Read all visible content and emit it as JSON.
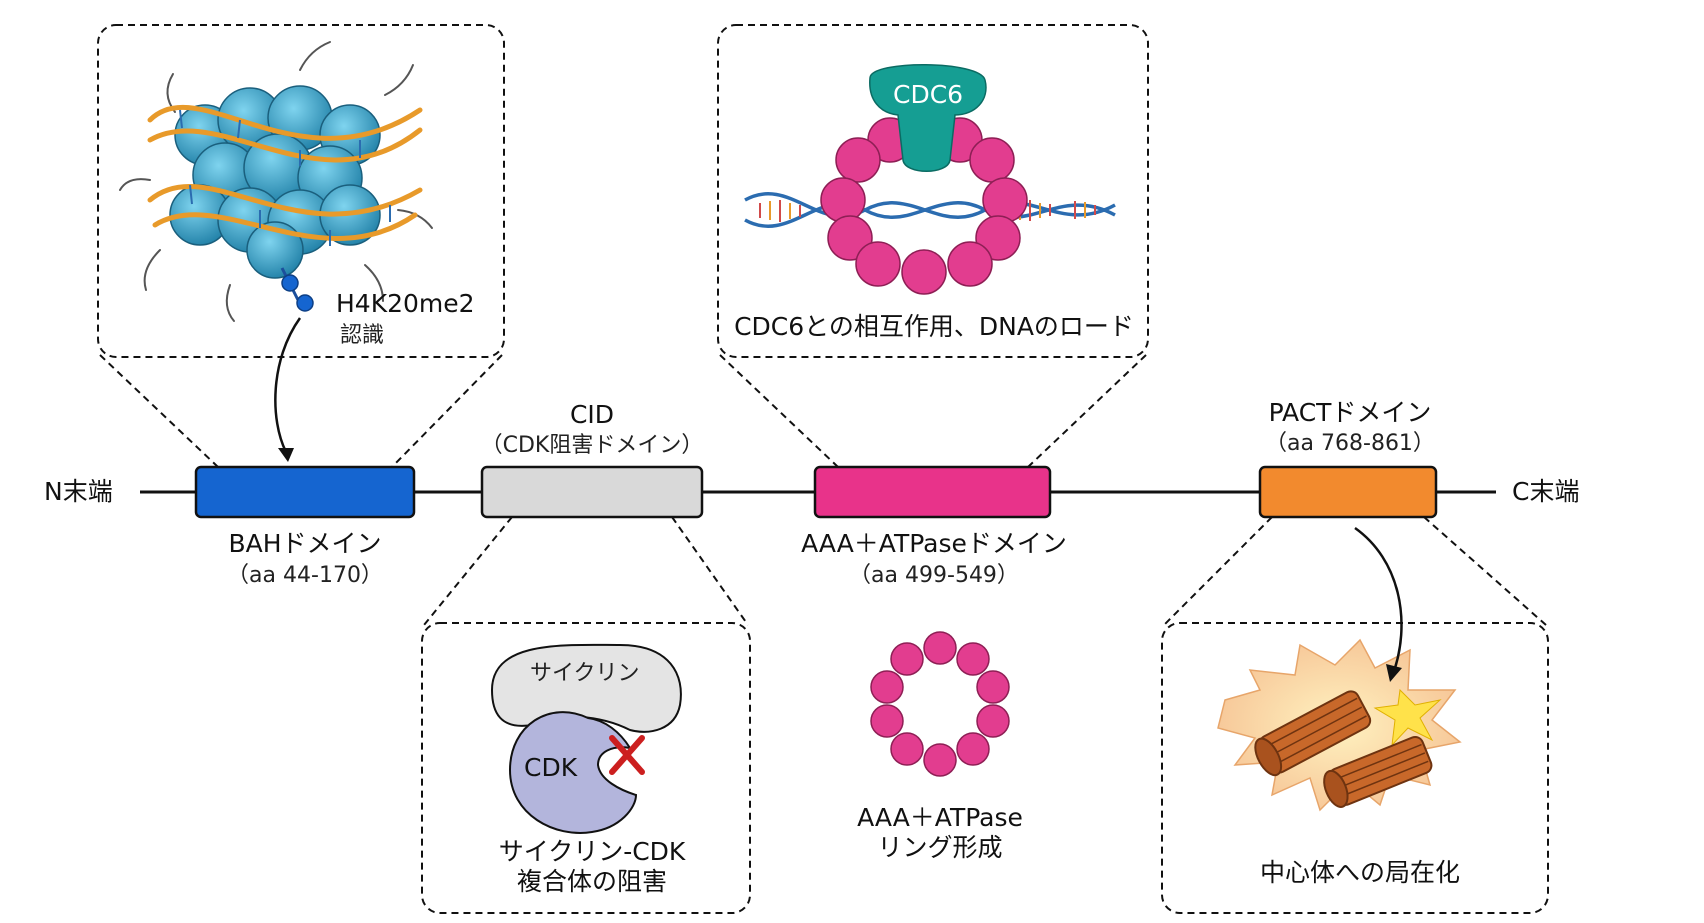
{
  "terminals": {
    "n_term": "N末端",
    "c_term": "C末端"
  },
  "domains": {
    "bah": {
      "name": "BAHドメイン",
      "range": "（aa 44-170）",
      "color": "#1565d0"
    },
    "cid": {
      "name": "CID",
      "full": "（CDK阻害ドメイン）",
      "color": "#d9d9d9"
    },
    "aaa": {
      "name": "AAA＋ATPaseドメイン",
      "range": "（aa 499-549）",
      "color": "#e8338a"
    },
    "pact": {
      "name": "PACTドメイン",
      "range": "（aa 768-861）",
      "color": "#f28a2e"
    }
  },
  "callouts": {
    "h4k20": {
      "mark": "H4K20me2",
      "action": "認識"
    },
    "cdc6": {
      "protein": "CDC6",
      "caption": "CDC6との相互作用、DNAのロード"
    },
    "cyclin": {
      "cyclin_label": "サイクリン",
      "cdk_label": "CDK",
      "caption_line1": "サイクリン-CDK",
      "caption_line2": "複合体の阻害"
    },
    "ring": {
      "caption_line1": "AAA＋ATPase",
      "caption_line2": "リング形成"
    },
    "centrosome": {
      "caption": "中心体への局在化"
    }
  },
  "colors": {
    "histone": "#2fa0c8",
    "dna_orange": "#e89a2a",
    "dna_blue": "#2b6cb0",
    "orc_ring": "#e23d8f",
    "cdc6": "#159e93",
    "cdk": "#b3b5dc",
    "cyclin": "#e4e4e4",
    "inhibit_x": "#cc1f1f",
    "centriole": "#c8682a",
    "glow": "#fbd9b8"
  },
  "icons": [
    "nucleosome-icon",
    "dna-helix-icon",
    "orc-ring-icon",
    "cdc6-icon",
    "cyclin-icon",
    "cdk-icon",
    "inhibit-x-icon",
    "centriole-icon"
  ]
}
